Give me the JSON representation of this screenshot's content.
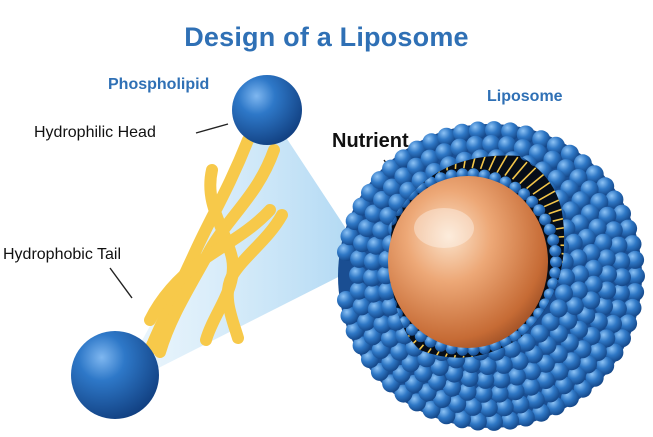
{
  "diagram": {
    "title": "Design of a Liposome",
    "labels": {
      "phospholipid": "Phospholipid",
      "hydrophilic_head": "Hydrophilic Head",
      "hydrophobic_tail": "Hydrophobic Tail",
      "liposome": "Liposome",
      "nutrient": "Nutrient"
    },
    "colors": {
      "title_blue": "#2f70b5",
      "head_blue": "#1f5faa",
      "tail_yellow": "#f7c94a",
      "core_orange": "#d9824c",
      "label_black": "#111111"
    }
  }
}
